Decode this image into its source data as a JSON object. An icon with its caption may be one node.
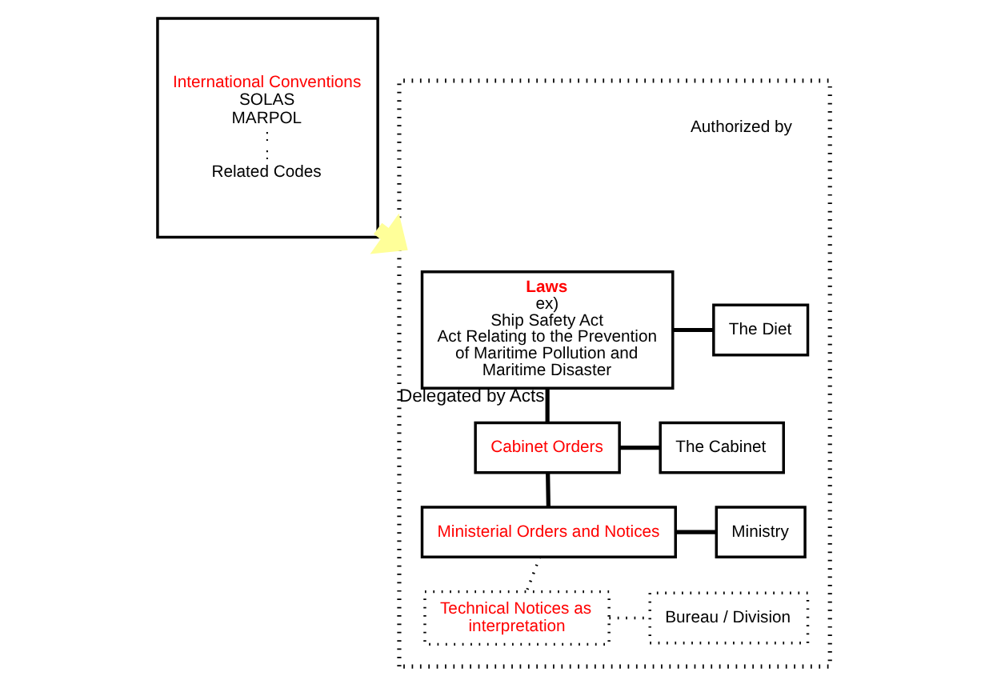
{
  "diagram": {
    "nodes": [
      {
        "text": [
          "International Conventions",
          "SOLAS",
          "MARPOL",
          ":",
          ":",
          "Related Codes"
        ]
      },
      {
        "text": [],
        "shape": "box"
      },
      {
        "text": [
          "Laws",
          "ex)",
          "Ship Safety Act",
          "Act Relating to the Prevention of Maritime Pollution and Maritime Disaster"
        ],
        "in": 1
      },
      {
        "text": [
          "The Diet"
        ],
        "in": 1
      },
      {
        "text": [
          "Cabinet Orders"
        ],
        "in": 1
      },
      {
        "text": [
          "The Cabinet"
        ],
        "in": 1
      },
      {
        "text": [
          "Ministerial Orders and Notices"
        ],
        "in": 1
      },
      {
        "text": [
          "Ministry"
        ],
        "in": 1
      },
      {
        "text": [
          "Technical Notices as interpretation"
        ],
        "in": 1
      },
      {
        "text": [
          "Bureau / Division"
        ],
        "in": 1
      }
    ],
    "edges": [
      {
        "from": 0,
        "to": 1,
        "arrow": "to",
        "style": "thick",
        "color": "#ffff99"
      },
      {
        "from": 2,
        "to": 3,
        "arrow": "none"
      },
      {
        "from": 2,
        "to": 4,
        "arrow": "none",
        "label": "Delegated by Acts"
      },
      {
        "from": 4,
        "to": 5,
        "arrow": "none"
      },
      {
        "from": 4,
        "to": 6,
        "arrow": "none"
      },
      {
        "from": 6,
        "to": 7,
        "arrow": "none"
      },
      {
        "from": 6,
        "to": 8,
        "arrow": "none",
        "style": "dashed"
      },
      {
        "from": 8,
        "to": 9,
        "arrow": "none",
        "style": "dashed"
      }
    ],
    "labels": [
      "Authorized by"
    ]
  }
}
